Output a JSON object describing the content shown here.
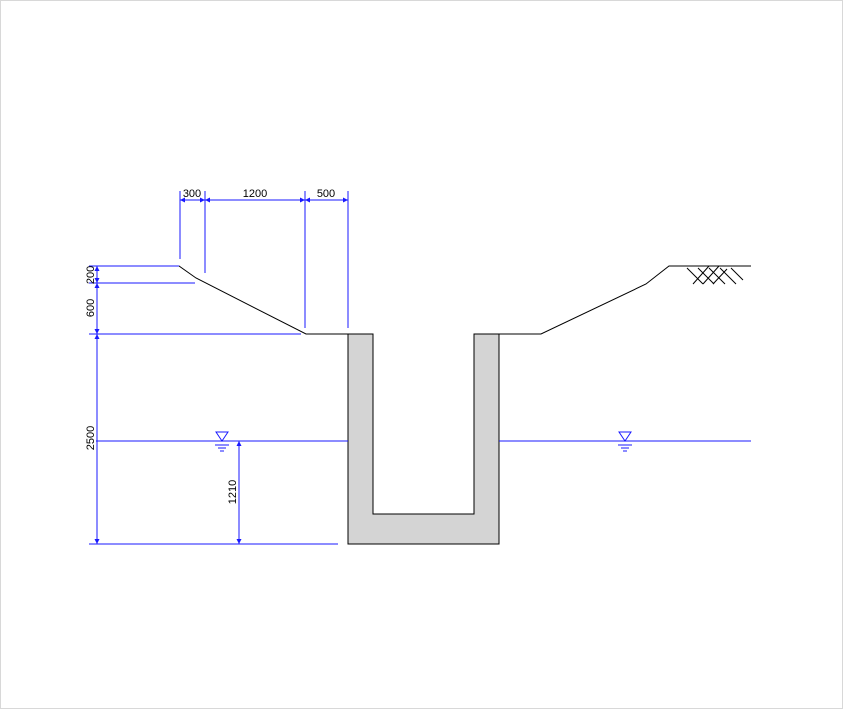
{
  "drawing": {
    "dimensions": {
      "top": [
        "300",
        "1200",
        "500"
      ],
      "left": [
        "200",
        "600",
        "2500"
      ],
      "water_depth": "1210"
    },
    "colors": {
      "dimension": "#1a1aff",
      "concrete_fill": "#d4d4d4",
      "outline": "#000000"
    },
    "symbols": [
      "water-level-icon",
      "water-level-icon",
      "ground-hatch-icon"
    ]
  }
}
